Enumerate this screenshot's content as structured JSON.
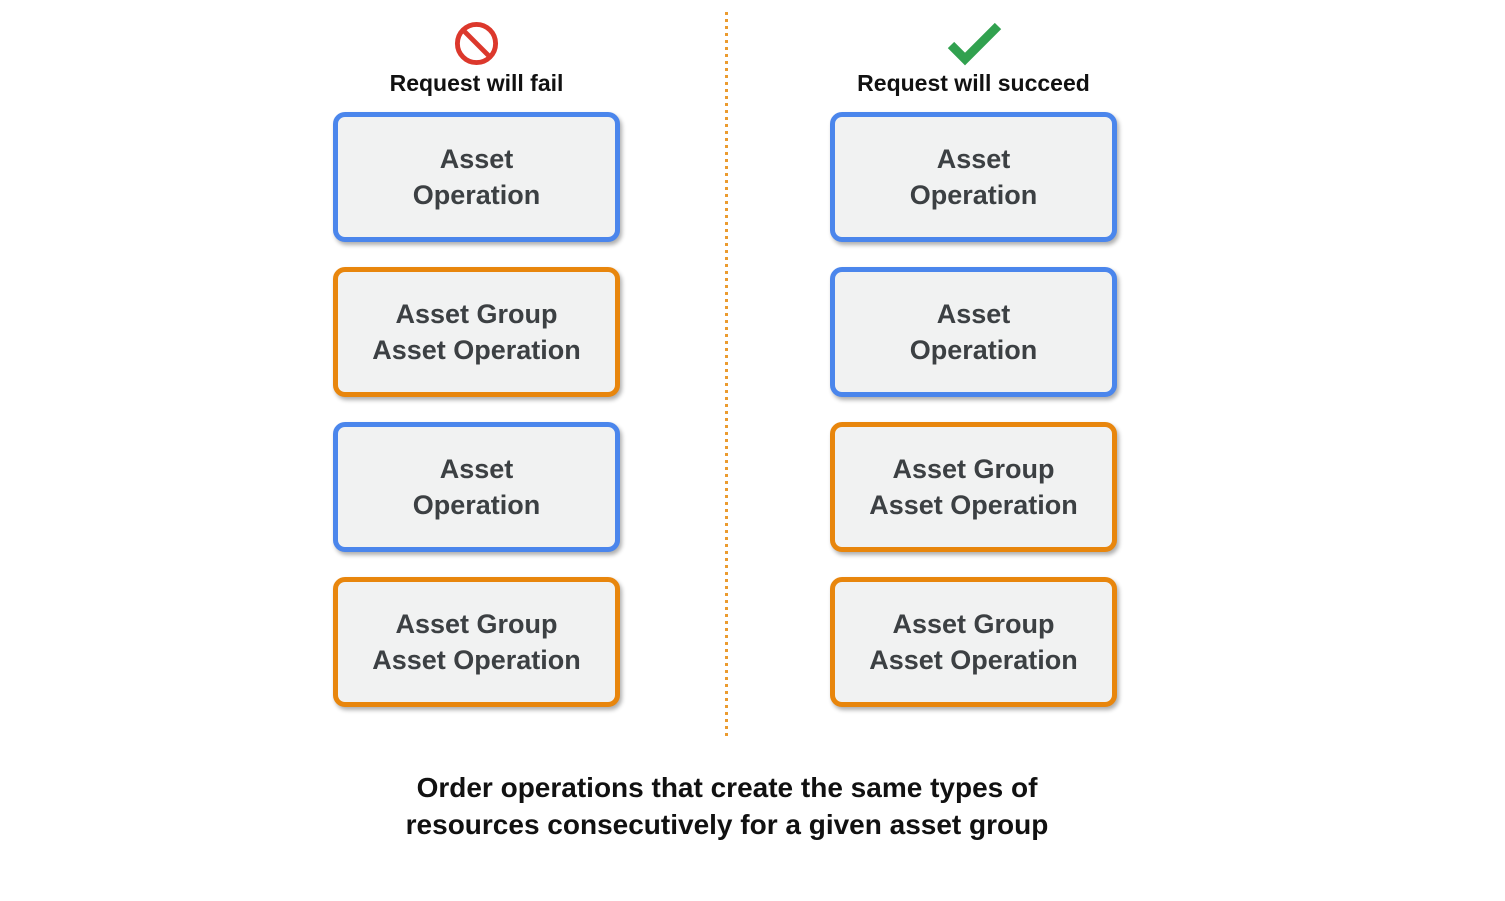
{
  "fail_column": {
    "label": "Request will fail",
    "icon": "prohibited-icon",
    "boxes": [
      {
        "type": "blue",
        "line1": "Asset",
        "line2": "Operation"
      },
      {
        "type": "orange",
        "line1": "Asset Group",
        "line2": "Asset Operation"
      },
      {
        "type": "blue",
        "line1": "Asset",
        "line2": "Operation"
      },
      {
        "type": "orange",
        "line1": "Asset Group",
        "line2": "Asset Operation"
      }
    ]
  },
  "succeed_column": {
    "label": "Request will succeed",
    "icon": "checkmark-icon",
    "boxes": [
      {
        "type": "blue",
        "line1": "Asset",
        "line2": "Operation"
      },
      {
        "type": "blue",
        "line1": "Asset",
        "line2": "Operation"
      },
      {
        "type": "orange",
        "line1": "Asset Group",
        "line2": "Asset Operation"
      },
      {
        "type": "orange",
        "line1": "Asset Group",
        "line2": "Asset Operation"
      }
    ]
  },
  "caption": {
    "line1": "Order operations that create the same types of",
    "line2": "resources consecutively for a given asset group"
  },
  "colors": {
    "blue_border": "#4B86EC",
    "orange_border": "#E8860D",
    "fail_icon_red": "#DC382C",
    "success_icon_green": "#31A14F",
    "box_fill": "#F1F2F2",
    "box_text": "#3C4043",
    "divider_dots": "#EB9B2F"
  }
}
